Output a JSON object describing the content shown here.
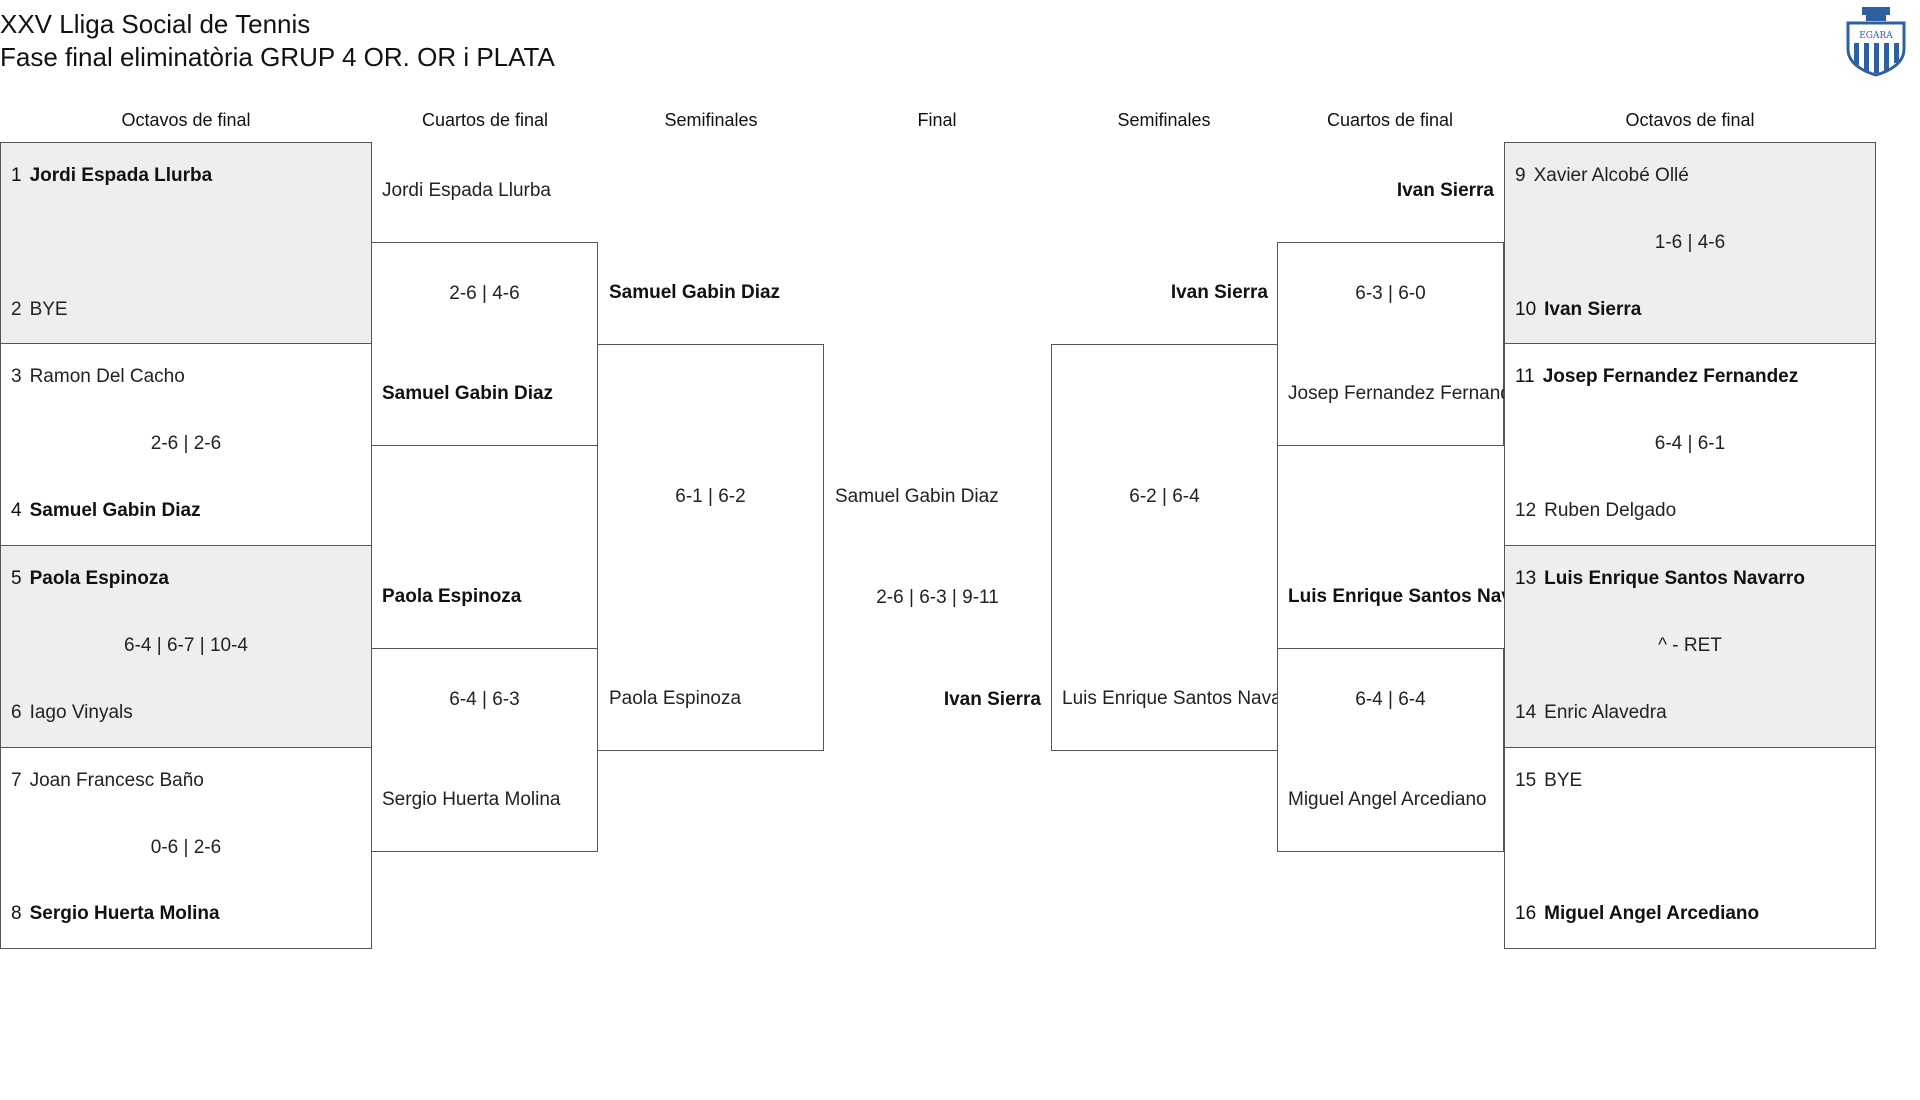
{
  "header": {
    "title": "XXV Lliga Social de Tennis",
    "subtitle": "Fase final eliminatòria GRUP 4 OR. OR i PLATA",
    "logo_text": "EGARA"
  },
  "rounds": {
    "r16": "Octavos de final",
    "qf": "Cuartos de final",
    "sf": "Semifinales",
    "final": "Final"
  },
  "left": {
    "r16": [
      {
        "p1_seed": "1",
        "p1": "Jordi Espada Llurba",
        "p2_seed": "2",
        "p2": "BYE",
        "score": ""
      },
      {
        "p1_seed": "3",
        "p1": "Ramon Del Cacho",
        "p2_seed": "4",
        "p2": "Samuel Gabin Diaz",
        "score": "2-6 | 2-6"
      },
      {
        "p1_seed": "5",
        "p1": "Paola Espinoza",
        "p2_seed": "6",
        "p2": "Iago Vinyals",
        "score": "6-4 | 6-7 | 10-4"
      },
      {
        "p1_seed": "7",
        "p1": "Joan Francesc Baño",
        "p2_seed": "8",
        "p2": "Sergio Huerta Molina",
        "score": "0-6 | 2-6"
      }
    ],
    "qf": [
      {
        "p1": "Jordi Espada Llurba",
        "p2": "Samuel Gabin Diaz",
        "score": "2-6 | 4-6"
      },
      {
        "p1": "Paola Espinoza",
        "p2": "Sergio Huerta Molina",
        "score": "6-4 | 6-3"
      }
    ],
    "sf": {
      "p1": "Samuel Gabin Diaz",
      "p2": "Paola Espinoza",
      "score": "6-1 | 6-2"
    }
  },
  "final": {
    "p1": "Samuel Gabin Diaz",
    "p2": "Ivan Sierra",
    "score": "2-6 | 6-3 | 9-11"
  },
  "right": {
    "r16": [
      {
        "p1_seed": "9",
        "p1": "Xavier Alcobé Ollé",
        "p2_seed": "10",
        "p2": "Ivan Sierra",
        "score": "1-6 | 4-6"
      },
      {
        "p1_seed": "11",
        "p1": "Josep Fernandez Fernandez",
        "p2_seed": "12",
        "p2": "Ruben Delgado",
        "score": "6-4 | 6-1"
      },
      {
        "p1_seed": "13",
        "p1": "Luis Enrique Santos Navarro",
        "p2_seed": "14",
        "p2": "Enric Alavedra",
        "score": "^ - RET"
      },
      {
        "p1_seed": "15",
        "p1": "BYE",
        "p2_seed": "16",
        "p2": "Miguel Angel Arcediano",
        "score": ""
      }
    ],
    "qf": [
      {
        "p1": "Ivan Sierra",
        "p2": "Josep Fernandez Fernandez",
        "score": "6-3 | 6-0"
      },
      {
        "p1": "Luis Enrique Santos Navarro",
        "p2": "Miguel Angel Arcediano",
        "score": "6-4 | 6-4"
      }
    ],
    "sf": {
      "p1": "Ivan Sierra",
      "p2": "Luis Enrique Santos Navarro",
      "score": "6-2 | 6-4"
    }
  },
  "colors": {
    "shade": "#eeeeee",
    "border": "#555555",
    "logo_blue": "#2f5f9e"
  }
}
